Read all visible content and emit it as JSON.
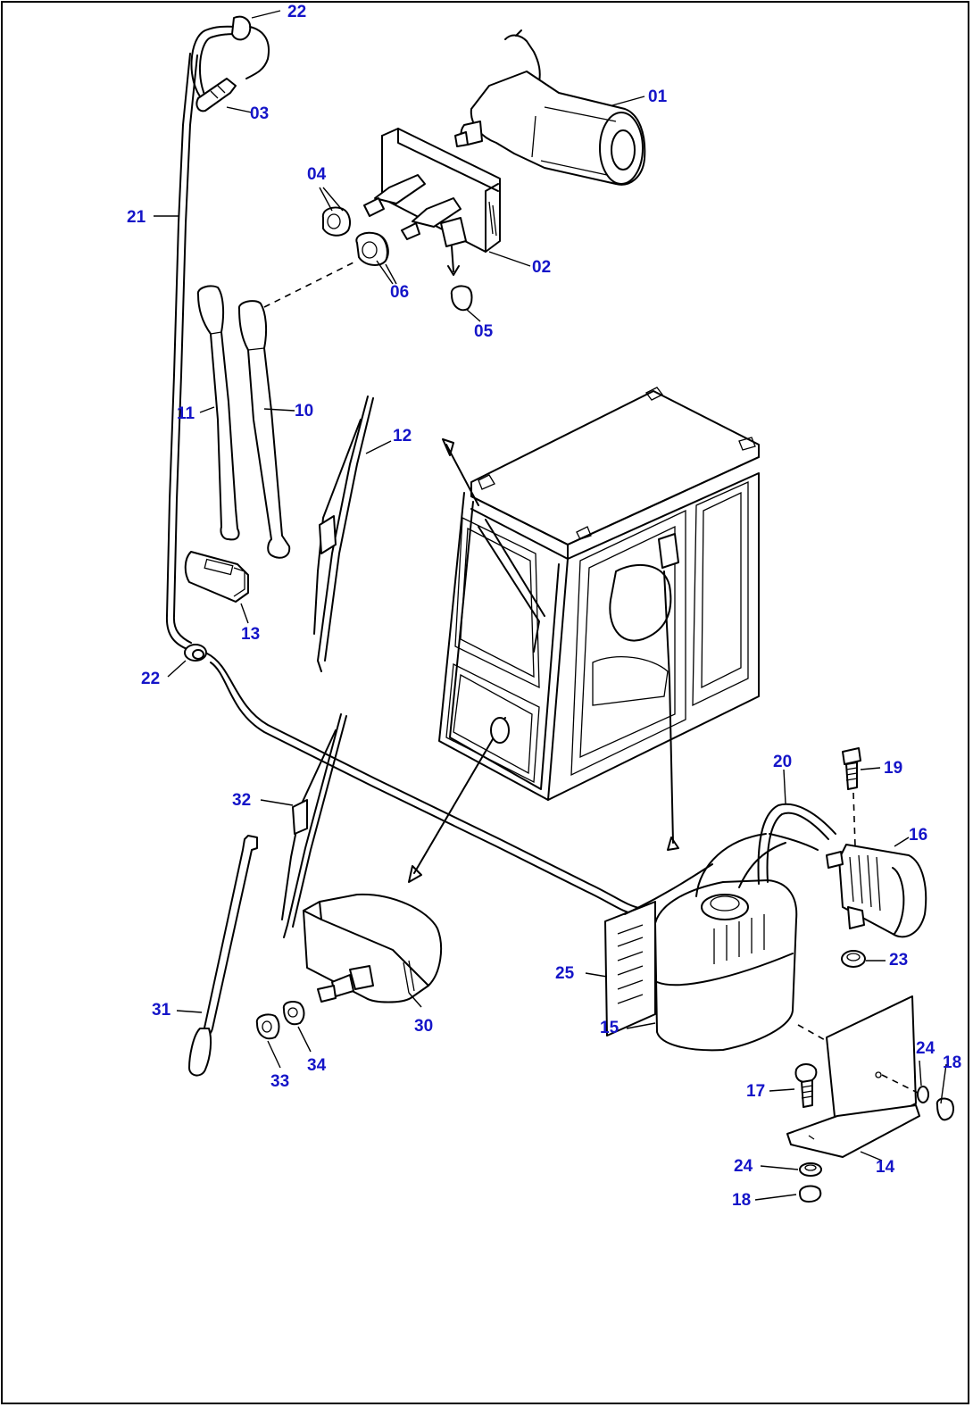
{
  "callouts": [
    {
      "id": "c01",
      "text": "01"
    },
    {
      "id": "c02",
      "text": "02"
    },
    {
      "id": "c03",
      "text": "03"
    },
    {
      "id": "c04",
      "text": "04"
    },
    {
      "id": "c05",
      "text": "05"
    },
    {
      "id": "c06",
      "text": "06"
    },
    {
      "id": "c10",
      "text": "10"
    },
    {
      "id": "c11",
      "text": "11"
    },
    {
      "id": "c12",
      "text": "12"
    },
    {
      "id": "c13",
      "text": "13"
    },
    {
      "id": "c14",
      "text": "14"
    },
    {
      "id": "c15",
      "text": "15"
    },
    {
      "id": "c16",
      "text": "16"
    },
    {
      "id": "c17",
      "text": "17"
    },
    {
      "id": "c18a",
      "text": "18"
    },
    {
      "id": "c18b",
      "text": "18"
    },
    {
      "id": "c19",
      "text": "19"
    },
    {
      "id": "c20",
      "text": "20"
    },
    {
      "id": "c21",
      "text": "21"
    },
    {
      "id": "c22a",
      "text": "22"
    },
    {
      "id": "c22b",
      "text": "22"
    },
    {
      "id": "c23",
      "text": "23"
    },
    {
      "id": "c24a",
      "text": "24"
    },
    {
      "id": "c24b",
      "text": "24"
    },
    {
      "id": "c25",
      "text": "25"
    },
    {
      "id": "c30",
      "text": "30"
    },
    {
      "id": "c31",
      "text": "31"
    },
    {
      "id": "c32",
      "text": "32"
    },
    {
      "id": "c33",
      "text": "33"
    },
    {
      "id": "c34",
      "text": "34"
    }
  ],
  "colors": {
    "callout": "#1515c8",
    "linework": "#000000",
    "background": "#ffffff"
  }
}
